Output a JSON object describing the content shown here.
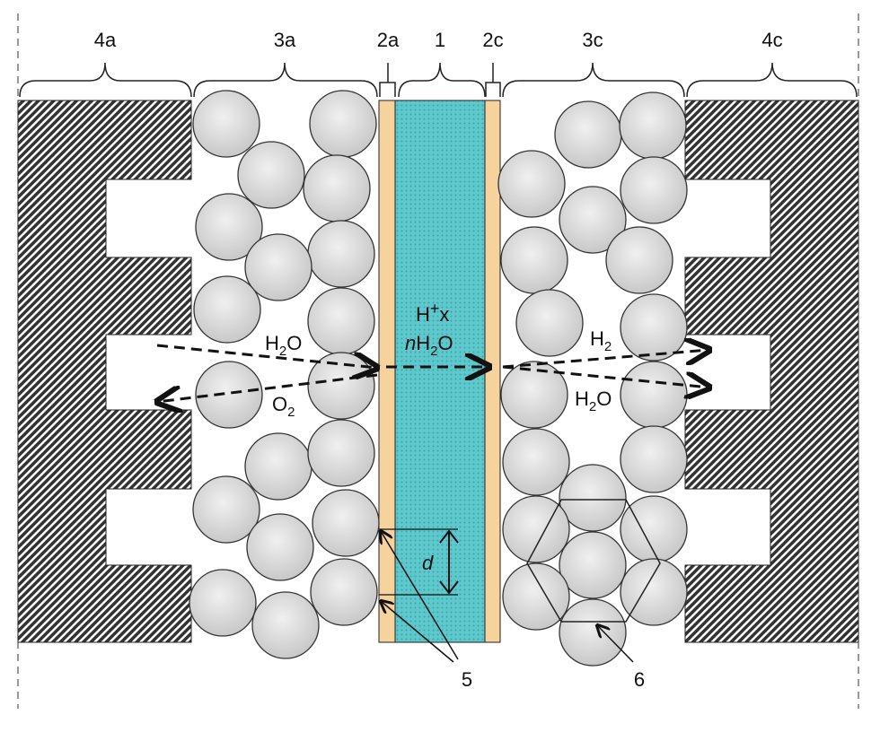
{
  "regions": {
    "r4a": "4a",
    "r3a": "3a",
    "r2a": "2a",
    "r1": "1",
    "r2c": "2c",
    "r3c": "3c",
    "r4c": "4c"
  },
  "species": {
    "h2o_in": "H",
    "h2o_in_sub": "2",
    "h2o_in_end": "O",
    "o2": "O",
    "o2_sub": "2",
    "h2": "H",
    "h2_sub": "2",
    "h2o_out": "H",
    "h2o_out_sub": "2",
    "h2o_out_end": "O"
  },
  "membrane": {
    "line1": "H",
    "line1_sup": "+",
    "line1_end": "x",
    "line2_n": "n",
    "line2": "H",
    "line2_sub": "2",
    "line2_end": "O"
  },
  "dimension_label": "d",
  "callouts": {
    "c5": "5",
    "c6": "6"
  },
  "colors": {
    "membrane": "#5ec8cc",
    "catalyst_layer": "#f6d29c",
    "plate": "#555555",
    "particle": "#d8d8d8"
  }
}
